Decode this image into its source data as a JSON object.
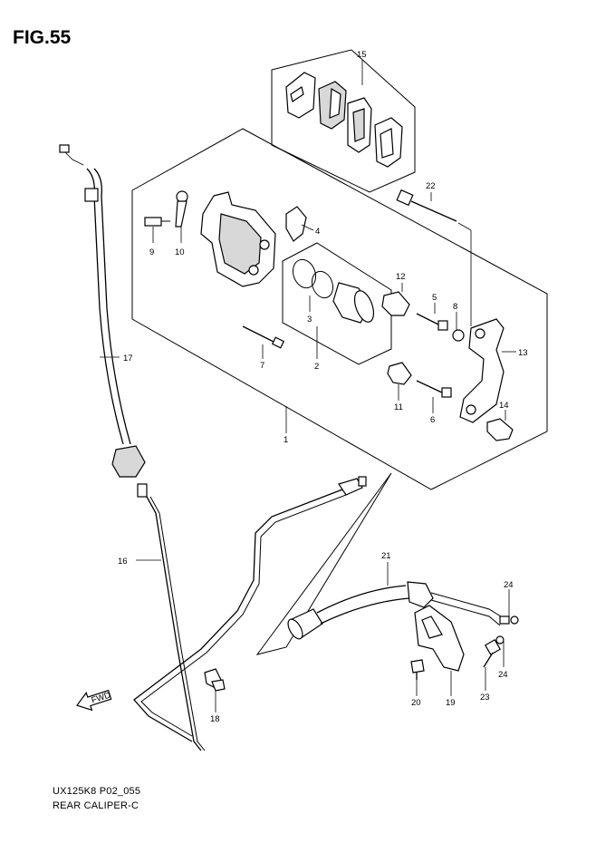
{
  "figure": {
    "title": "FIG.55"
  },
  "footer": {
    "code": "UX125K8 P02_055",
    "name": "REAR CALIPER-C"
  },
  "fwd_arrow": {
    "text": "FWD"
  },
  "callouts": {
    "c1": "1",
    "c2": "2",
    "c3": "3",
    "c4": "4",
    "c5": "5",
    "c6": "6",
    "c7": "7",
    "c8": "8",
    "c9": "9",
    "c10": "10",
    "c11": "11",
    "c12": "12",
    "c13": "13",
    "c14": "14",
    "c15": "15",
    "c16": "16",
    "c17": "17",
    "c18": "18",
    "c19": "19",
    "c20": "20",
    "c21": "21",
    "c22": "22",
    "c23": "23",
    "c24a": "24",
    "c24b": "24"
  }
}
